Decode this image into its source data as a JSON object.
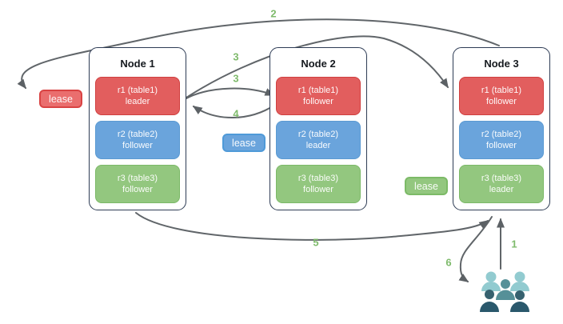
{
  "nodes": [
    {
      "title": "Node 1",
      "replicas": [
        {
          "name": "r1 (table1)",
          "role": "leader",
          "color": "red"
        },
        {
          "name": "r2 (table2)",
          "role": "follower",
          "color": "blue"
        },
        {
          "name": "r3 (table3)",
          "role": "follower",
          "color": "green"
        }
      ]
    },
    {
      "title": "Node 2",
      "replicas": [
        {
          "name": "r1 (table1)",
          "role": "follower",
          "color": "red"
        },
        {
          "name": "r2 (table2)",
          "role": "leader",
          "color": "blue"
        },
        {
          "name": "r3 (table3)",
          "role": "follower",
          "color": "green"
        }
      ]
    },
    {
      "title": "Node 3",
      "replicas": [
        {
          "name": "r1 (table1)",
          "role": "follower",
          "color": "red"
        },
        {
          "name": "r2 (table2)",
          "role": "follower",
          "color": "blue"
        },
        {
          "name": "r3 (table3)",
          "role": "leader",
          "color": "green"
        }
      ]
    }
  ],
  "leases": {
    "table1": "lease",
    "table2": "lease",
    "table3": "lease"
  },
  "steps": {
    "s1": "1",
    "s2": "2",
    "s3a": "3",
    "s3b": "3",
    "s4": "4",
    "s5": "5",
    "s6": "6"
  },
  "icons": {
    "users": "users-group-icon"
  },
  "colors": {
    "replica_red_fill": "#e25e5e",
    "replica_red_border": "#d04040",
    "replica_blue_fill": "#6aa4dc",
    "replica_blue_border": "#5b9ad2",
    "replica_green_fill": "#93c77f",
    "replica_green_border": "#7cb968",
    "node_border": "#2e3c55",
    "arrow": "#606569",
    "step_label": "#7fbb6c",
    "users_light": "#92cbd0",
    "users_mid": "#569098",
    "users_dark": "#2d5b6e"
  }
}
